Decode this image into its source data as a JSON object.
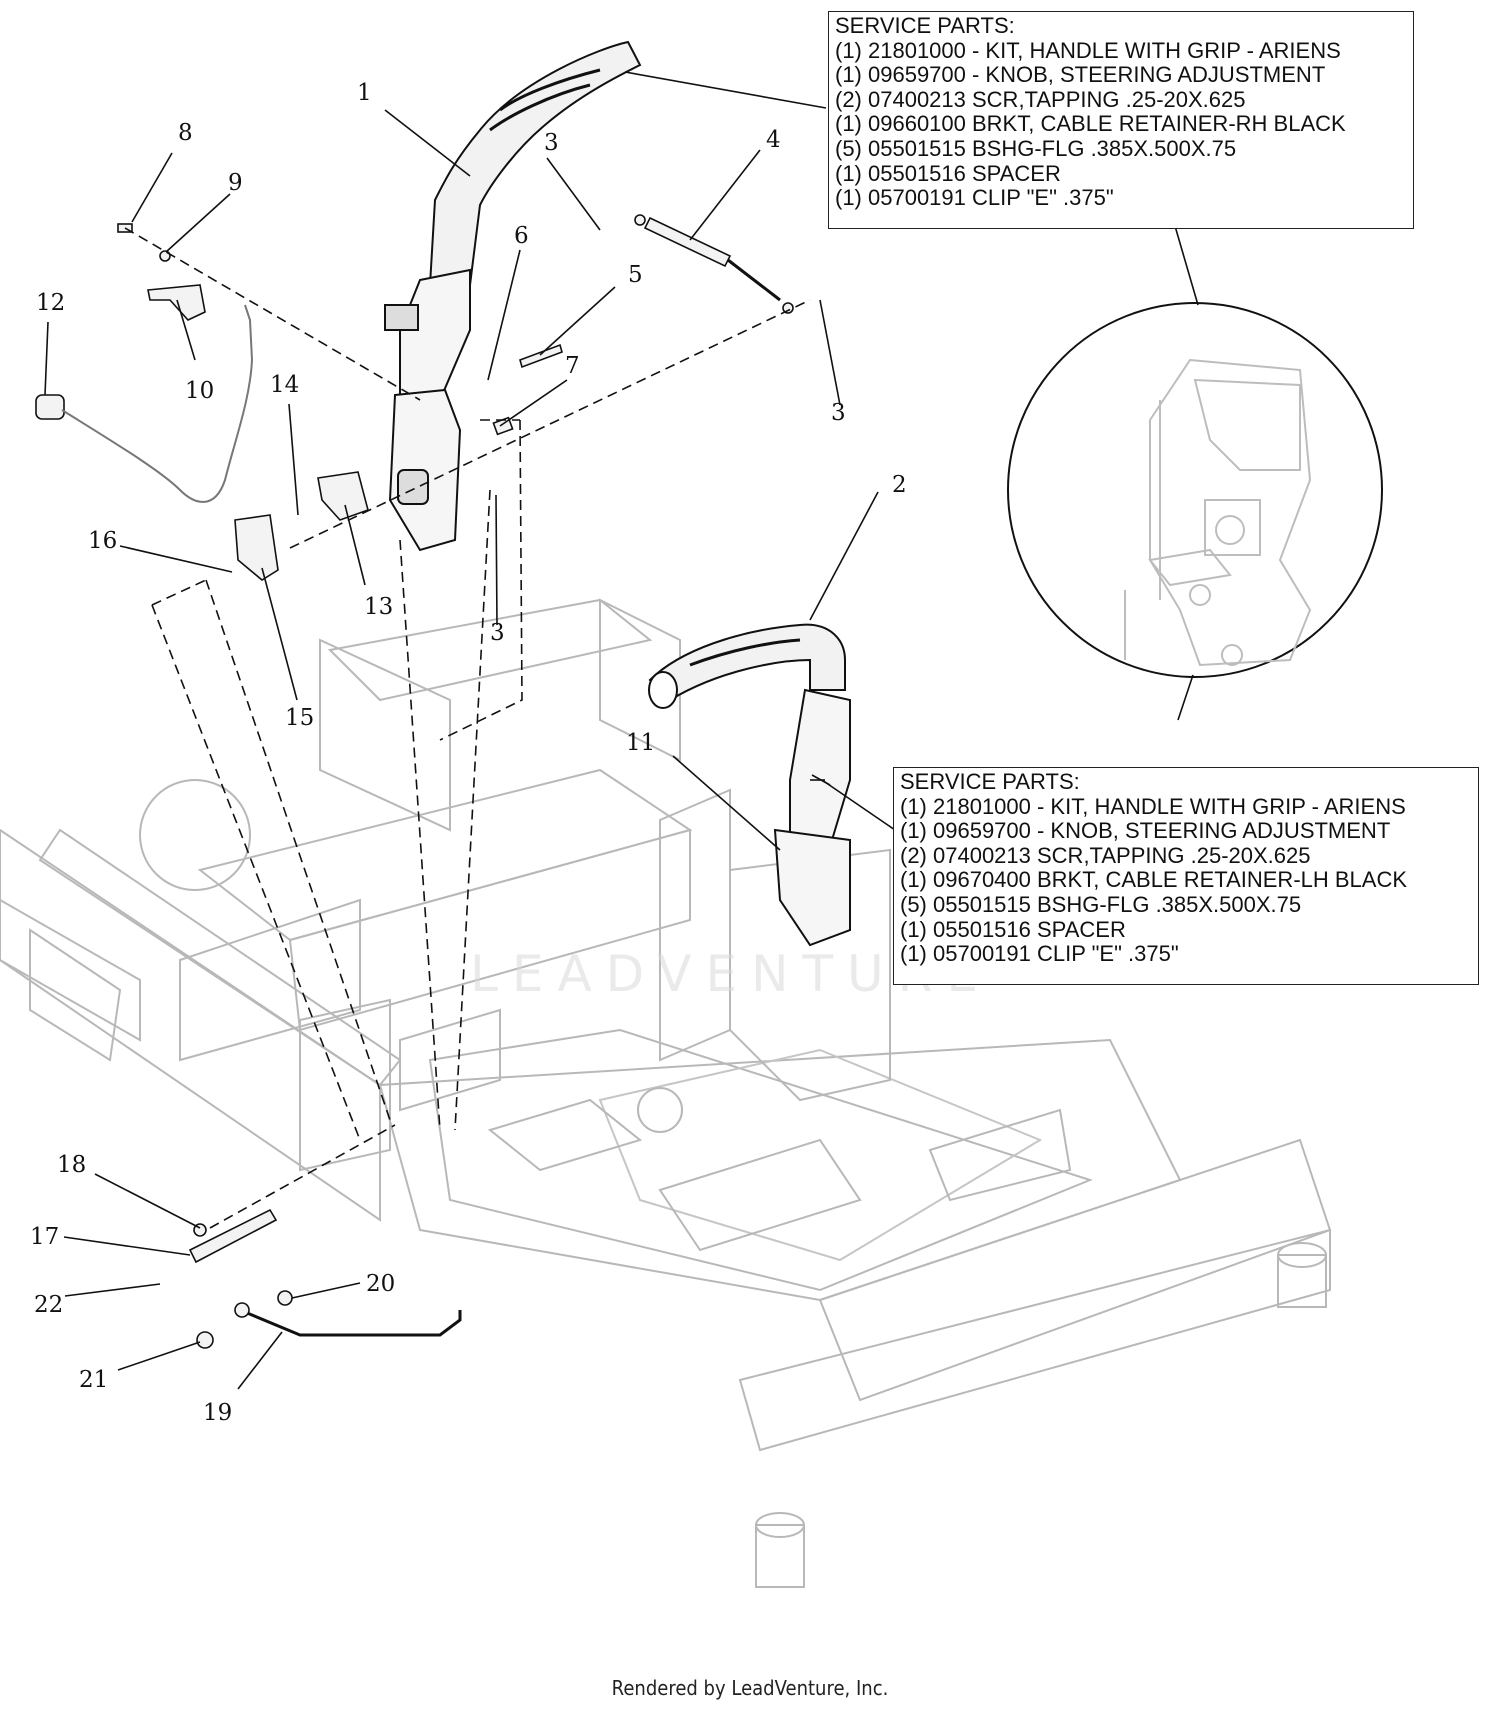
{
  "callouts": [
    "1",
    "2",
    "3",
    "3",
    "3",
    "4",
    "5",
    "6",
    "7",
    "8",
    "9",
    "10",
    "11",
    "12",
    "13",
    "14",
    "15",
    "16",
    "17",
    "18",
    "19",
    "20",
    "21",
    "22"
  ],
  "service_parts_rh": {
    "heading": "SERVICE PARTS:",
    "lines": [
      "(1) 21801000 - KIT, HANDLE WITH GRIP - ARIENS",
      "(1) 09659700 - KNOB, STEERING ADJUSTMENT",
      "(2) 07400213 SCR,TAPPING .25-20X.625",
      "(1) 09660100 BRKT, CABLE RETAINER-RH BLACK",
      "(5) 05501515 BSHG-FLG .385X.500X.75",
      "(1) 05501516 SPACER",
      "(1) 05700191 CLIP \"E\" .375\""
    ]
  },
  "service_parts_lh": {
    "heading": "SERVICE PARTS:",
    "lines": [
      "(1) 21801000 - KIT, HANDLE WITH GRIP - ARIENS",
      "(1) 09659700 - KNOB, STEERING ADJUSTMENT",
      "(2) 07400213 SCR,TAPPING .25-20X.625",
      "(1) 09670400 BRKT, CABLE RETAINER-LH BLACK",
      "(5) 05501515 BSHG-FLG .385X.500X.75",
      "(1) 05501516 SPACER",
      "(1) 05700191 CLIP \"E\" .375\""
    ]
  },
  "watermark": "LEADVENTURE",
  "footer": "Rendered by LeadVenture, Inc."
}
